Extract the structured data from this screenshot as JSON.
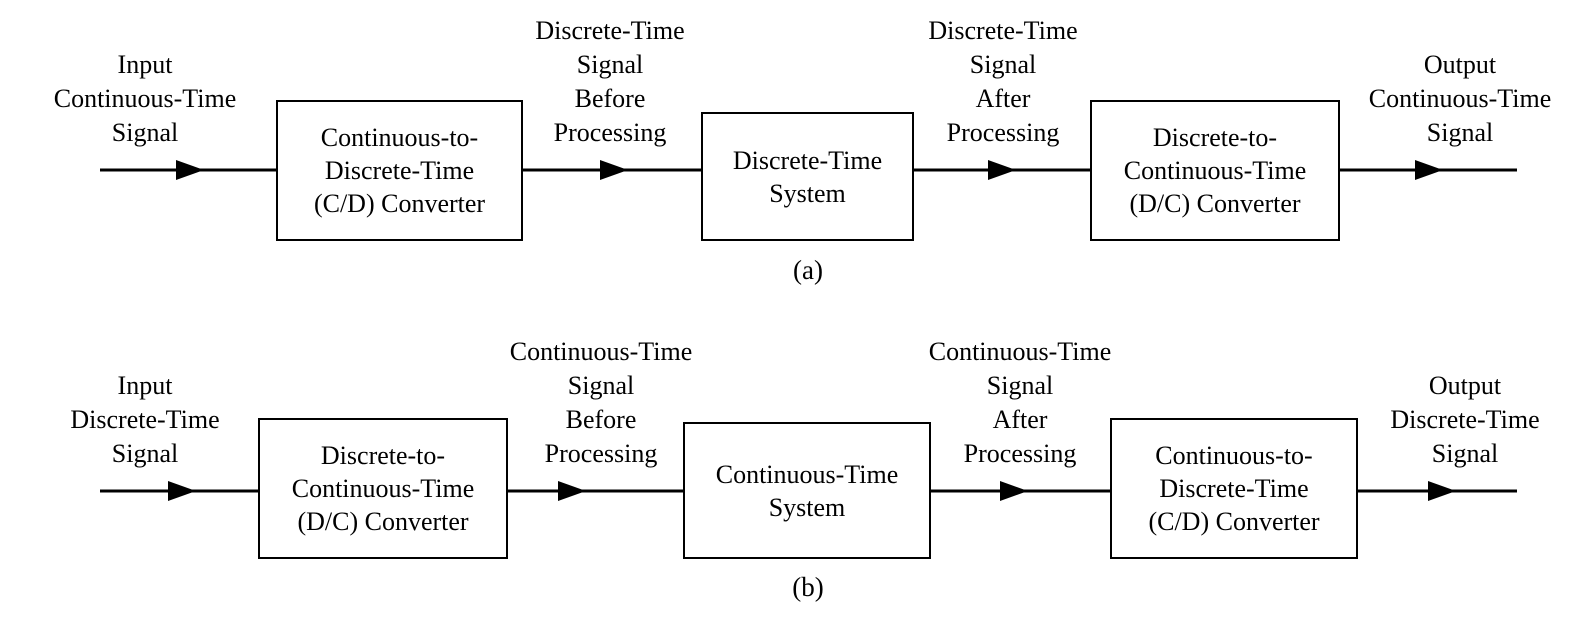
{
  "figure": {
    "background_color": "#ffffff",
    "ink_color": "#000000",
    "panels": [
      {
        "caption": "(a)",
        "signal_labels": [
          {
            "name": "input-signal-label",
            "lines": [
              "Input",
              "Continuous-Time",
              "Signal"
            ]
          },
          {
            "name": "pre-processing-signal-label",
            "lines": [
              "Discrete-Time",
              "Signal",
              "Before",
              "Processing"
            ]
          },
          {
            "name": "post-processing-signal-label",
            "lines": [
              "Discrete-Time",
              "Signal",
              "After",
              "Processing"
            ]
          },
          {
            "name": "output-signal-label",
            "lines": [
              "Output",
              "Continuous-Time",
              "Signal"
            ]
          }
        ],
        "blocks": [
          {
            "name": "cd-converter-block",
            "lines": [
              "Continuous-to-",
              "Discrete-Time",
              "(C/D) Converter"
            ]
          },
          {
            "name": "discrete-time-system-block",
            "lines": [
              "Discrete-Time",
              "System"
            ]
          },
          {
            "name": "dc-converter-block",
            "lines": [
              "Discrete-to-",
              "Continuous-Time",
              "(D/C) Converter"
            ]
          }
        ]
      },
      {
        "caption": "(b)",
        "signal_labels": [
          {
            "name": "input-signal-label",
            "lines": [
              "Input",
              "Discrete-Time",
              "Signal"
            ]
          },
          {
            "name": "pre-processing-signal-label",
            "lines": [
              "Continuous-Time",
              "Signal",
              "Before",
              "Processing"
            ]
          },
          {
            "name": "post-processing-signal-label",
            "lines": [
              "Continuous-Time",
              "Signal",
              "After",
              "Processing"
            ]
          },
          {
            "name": "output-signal-label",
            "lines": [
              "Output",
              "Discrete-Time",
              "Signal"
            ]
          }
        ],
        "blocks": [
          {
            "name": "dc-converter-block",
            "lines": [
              "Discrete-to-",
              "Continuous-Time",
              "(D/C) Converter"
            ]
          },
          {
            "name": "continuous-time-system-block",
            "lines": [
              "Continuous-Time",
              "System"
            ]
          },
          {
            "name": "cd-converter-block",
            "lines": [
              "Continuous-to-",
              "Discrete-Time",
              "(C/D) Converter"
            ]
          }
        ]
      }
    ]
  }
}
